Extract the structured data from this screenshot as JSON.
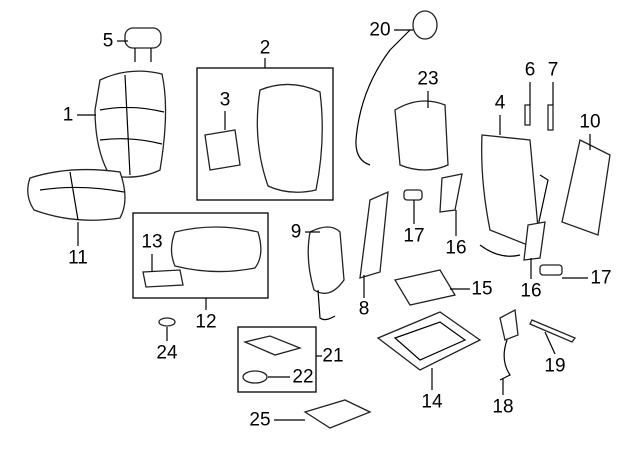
{
  "diagram": {
    "callouts": [
      {
        "id": "c1",
        "text": "1"
      },
      {
        "id": "c2",
        "text": "2"
      },
      {
        "id": "c3",
        "text": "3"
      },
      {
        "id": "c4",
        "text": "4"
      },
      {
        "id": "c5",
        "text": "5"
      },
      {
        "id": "c6",
        "text": "6"
      },
      {
        "id": "c7",
        "text": "7"
      },
      {
        "id": "c8",
        "text": "8"
      },
      {
        "id": "c9",
        "text": "9"
      },
      {
        "id": "c10",
        "text": "10"
      },
      {
        "id": "c11",
        "text": "11"
      },
      {
        "id": "c12",
        "text": "12"
      },
      {
        "id": "c13",
        "text": "13"
      },
      {
        "id": "c14",
        "text": "14"
      },
      {
        "id": "c15",
        "text": "15"
      },
      {
        "id": "c16a",
        "text": "16"
      },
      {
        "id": "c16b",
        "text": "16"
      },
      {
        "id": "c17a",
        "text": "17"
      },
      {
        "id": "c17b",
        "text": "17"
      },
      {
        "id": "c18",
        "text": "18"
      },
      {
        "id": "c19",
        "text": "19"
      },
      {
        "id": "c20",
        "text": "20"
      },
      {
        "id": "c21",
        "text": "21"
      },
      {
        "id": "c22",
        "text": "22"
      },
      {
        "id": "c23",
        "text": "23"
      },
      {
        "id": "c24",
        "text": "24"
      },
      {
        "id": "c25",
        "text": "25"
      }
    ]
  }
}
